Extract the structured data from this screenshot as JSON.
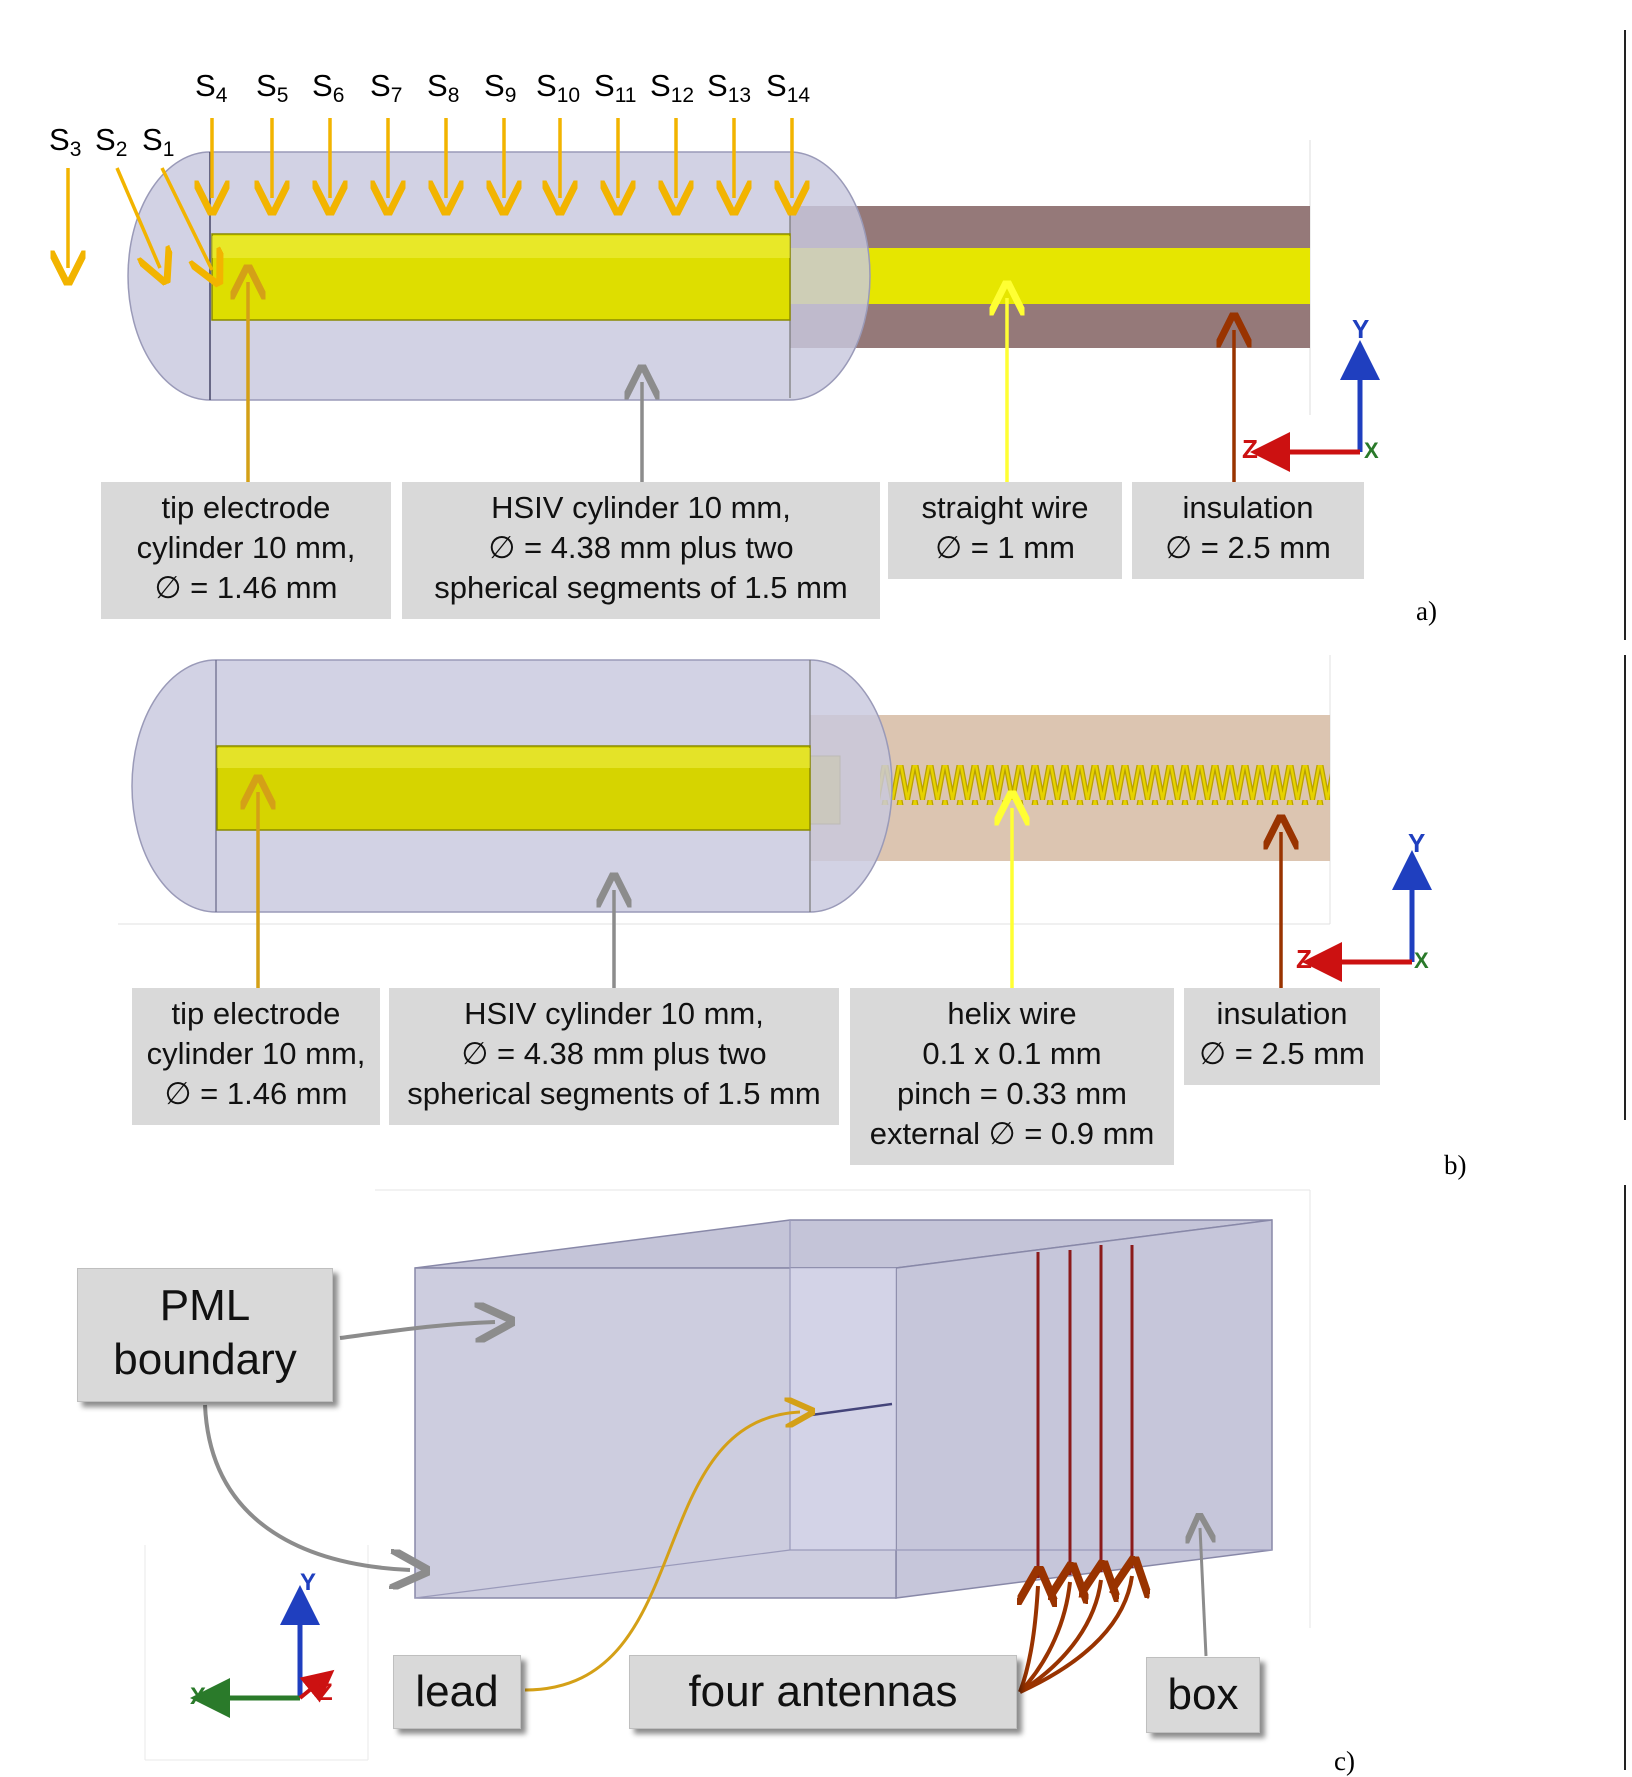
{
  "panel_a": {
    "tag": "a)",
    "surface_labels": [
      {
        "base": "S",
        "sub": "1"
      },
      {
        "base": "S",
        "sub": "2"
      },
      {
        "base": "S",
        "sub": "3"
      },
      {
        "base": "S",
        "sub": "4"
      },
      {
        "base": "S",
        "sub": "5"
      },
      {
        "base": "S",
        "sub": "6"
      },
      {
        "base": "S",
        "sub": "7"
      },
      {
        "base": "S",
        "sub": "8"
      },
      {
        "base": "S",
        "sub": "9"
      },
      {
        "base": "S",
        "sub": "10"
      },
      {
        "base": "S",
        "sub": "11"
      },
      {
        "base": "S",
        "sub": "12"
      },
      {
        "base": "S",
        "sub": "13"
      },
      {
        "base": "S",
        "sub": "14"
      }
    ],
    "labels": {
      "tip": [
        "tip electrode",
        "cylinder  10 mm,",
        "∅ = 1.46 mm"
      ],
      "hsiv": [
        "HSIV cylinder  10 mm,",
        "∅ = 4.38 mm plus two",
        "spherical  segments  of  1.5 mm"
      ],
      "wire": [
        "straight wire",
        "∅ = 1 mm"
      ],
      "insulation": [
        "insulation",
        "∅ = 2.5 mm"
      ]
    },
    "axes": {
      "y": "Y",
      "z": "Z",
      "x": "X"
    }
  },
  "panel_b": {
    "tag": "b)",
    "labels": {
      "tip": [
        "tip electrode",
        "cylinder  10 mm,",
        "∅ = 1.46 mm"
      ],
      "hsiv": [
        "HSIV cylinder  10 mm,",
        "∅ = 4.38 mm plus two",
        "spherical  segments  of  1.5 mm"
      ],
      "helix": [
        "helix wire",
        "0.1 x 0.1 mm",
        "pinch = 0.33 mm",
        "external  ∅ = 0.9 mm"
      ],
      "insulation": [
        "insulation",
        "∅ = 2.5 mm"
      ]
    },
    "axes": {
      "y": "Y",
      "z": "Z",
      "x": "X"
    }
  },
  "panel_c": {
    "tag": "c)",
    "labels": {
      "pml": [
        "PML",
        "boundary"
      ],
      "lead": "lead",
      "antennas": "four antennas",
      "box": "box"
    },
    "axes": {
      "y": "Y",
      "x": "X",
      "z": "Z"
    }
  },
  "colors": {
    "electrode": "#e6e600",
    "hsiv": "#c8c8de",
    "insulation_a": "#8a6a6a",
    "insulation_b": "#d8bfa8",
    "arrow_orange": "#f2b400",
    "arrow_tip": "#d4a017",
    "arrow_gray": "#8c8c8c",
    "arrow_yellow": "#ffff33",
    "arrow_brown": "#993300",
    "antenna": "#8b1a1a",
    "axis_y": "#1f3fbf",
    "axis_z": "#cc1111",
    "axis_x": "#2a7a2a"
  }
}
